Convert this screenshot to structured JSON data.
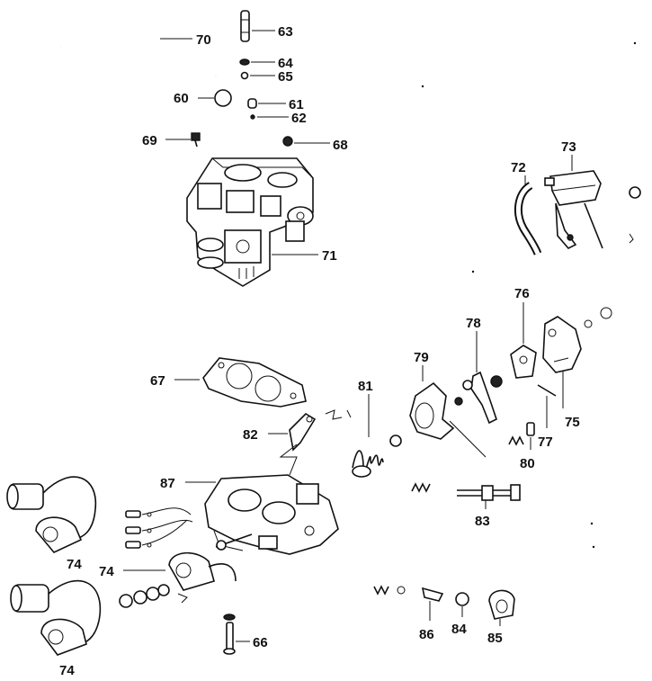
{
  "callouts": {
    "p60": "60",
    "p61": "61",
    "p62": "62",
    "p63": "63",
    "p64": "64",
    "p65": "65",
    "p66": "66",
    "p67": "67",
    "p68": "68",
    "p69": "69",
    "p70": "70",
    "p71": "71",
    "p72": "72",
    "p73": "73",
    "p74a": "74",
    "p74b": "74",
    "p74c": "74",
    "p75": "75",
    "p76": "76",
    "p77": "77",
    "p78": "78",
    "p79": "79",
    "p80": "80",
    "p81": "81",
    "p82": "82",
    "p83": "83",
    "p84": "84",
    "p85": "85",
    "p86": "86",
    "p87": "87"
  }
}
